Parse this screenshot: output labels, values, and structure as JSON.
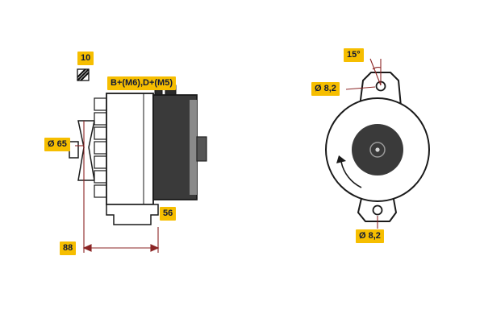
{
  "diagram": {
    "type": "technical-drawing",
    "subject": "alternator two-view dimensional drawing",
    "labels": {
      "keyway": "10",
      "terminals": "B+(M6),D+(M5)",
      "pulley_diameter": "Ø 65",
      "depth": "56",
      "length": "88",
      "ear_angle": "15°",
      "hole_top": "Ø 8,2",
      "hole_bottom": "Ø 8,2"
    },
    "colors": {
      "label_bg": "#F6BE00",
      "label_text": "#101835",
      "line": "#1a1a1a",
      "dimension_line": "#8B2525",
      "housing_dark": "#3a3a3a",
      "housing_light": "#8a8a8a"
    }
  }
}
